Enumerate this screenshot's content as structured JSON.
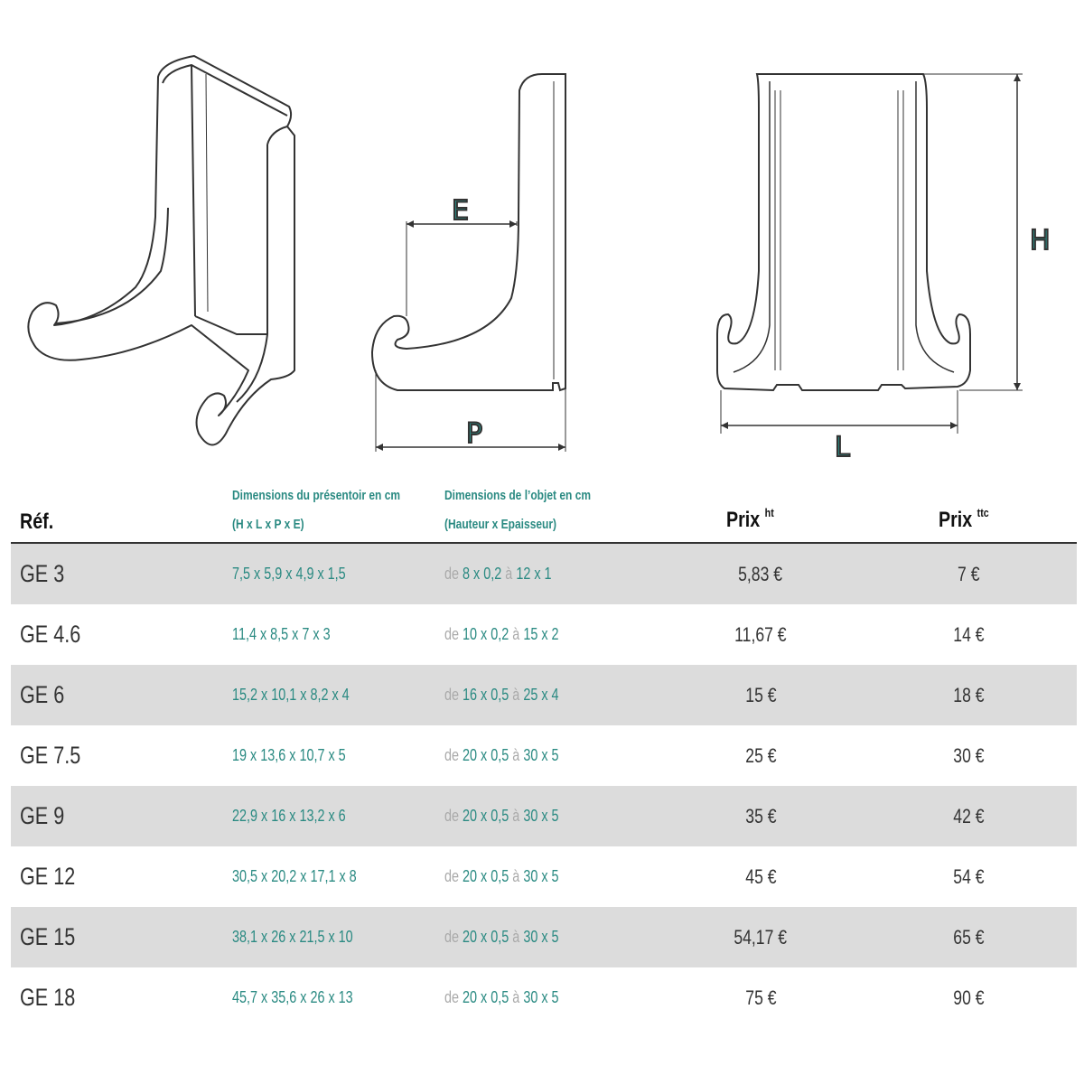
{
  "drawing_labels": {
    "e": "E",
    "p": "P",
    "h": "H",
    "l": "L"
  },
  "table": {
    "headers": {
      "ref": "Réf.",
      "dim_title": "Dimensions du présentoir en cm",
      "dim_sub": "(H x L x P x E)",
      "obj_title": "Dimensions de l’objet en cm",
      "obj_sub": "(Hauteur x Epaisseur)",
      "prix_ht": "Prix",
      "prix_ht_sup": "ht",
      "prix_ttc": "Prix",
      "prix_ttc_sup": "ttc"
    },
    "rows": [
      {
        "ref": "GE 3",
        "dims": "7,5 x 5,9 x 4,9 x 1,5",
        "de": "de",
        "from": "8 x 0,2",
        "a": "à",
        "to": "12 x 1",
        "ht": "5,83 €",
        "ttc": "7 €"
      },
      {
        "ref": "GE 4.6",
        "dims": "11,4 x 8,5 x 7 x 3",
        "de": "de",
        "from": "10 x 0,2",
        "a": "à",
        "to": "15 x 2",
        "ht": "11,67 €",
        "ttc": "14 €"
      },
      {
        "ref": "GE 6",
        "dims": "15,2 x 10,1 x 8,2 x 4",
        "de": "de",
        "from": "16 x 0,5",
        "a": "à",
        "to": "25 x 4",
        "ht": "15 €",
        "ttc": "18 €"
      },
      {
        "ref": "GE 7.5",
        "dims": "19 x 13,6 x 10,7 x 5",
        "de": "de",
        "from": "20 x 0,5",
        "a": "à",
        "to": "30 x 5",
        "ht": "25 €",
        "ttc": "30 €"
      },
      {
        "ref": "GE 9",
        "dims": "22,9 x 16 x 13,2 x 6",
        "de": "de",
        "from": "20 x 0,5",
        "a": "à",
        "to": "30 x 5",
        "ht": "35 €",
        "ttc": "42 €"
      },
      {
        "ref": "GE 12",
        "dims": "30,5 x 20,2 x 17,1 x 8",
        "de": "de",
        "from": "20 x 0,5",
        "a": "à",
        "to": "30 x 5",
        "ht": "45 €",
        "ttc": "54 €"
      },
      {
        "ref": "GE 15",
        "dims": "38,1 x 26 x 21,5 x 10",
        "de": "de",
        "from": "20 x 0,5",
        "a": "à",
        "to": "30 x 5",
        "ht": "54,17 €",
        "ttc": "65 €"
      },
      {
        "ref": "GE 18",
        "dims": "45,7 x 35,6 x 26 x 13",
        "de": "de",
        "from": "20 x 0,5",
        "a": "à",
        "to": "30 x 5",
        "ht": "75 €",
        "ttc": "90 €"
      }
    ]
  },
  "colors": {
    "accent": "#2a8a82",
    "row_shade": "#dcdcdc",
    "muted": "#aaaaaa"
  }
}
